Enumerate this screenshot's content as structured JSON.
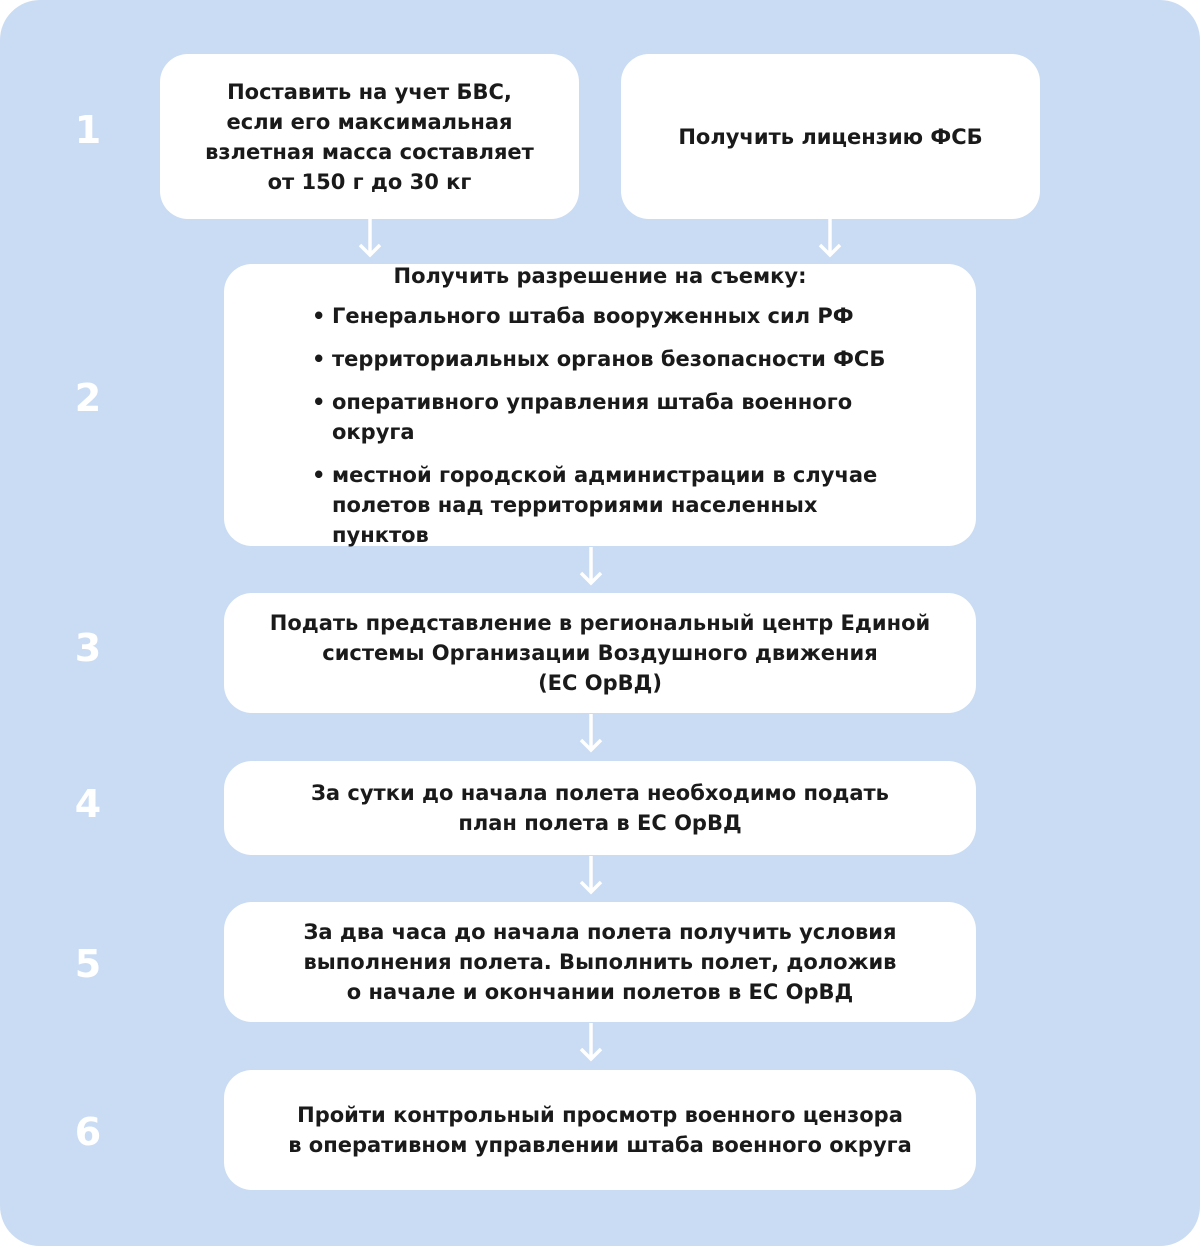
{
  "steps": [
    {
      "number": "1"
    },
    {
      "number": "2"
    },
    {
      "number": "3"
    },
    {
      "number": "4"
    },
    {
      "number": "5"
    },
    {
      "number": "6"
    }
  ],
  "box1a": {
    "lines": [
      "Поставить на учет БВС,",
      "если его максимальная",
      "взлетная масса составляет",
      "от 150 г до 30 кг"
    ]
  },
  "box1b": {
    "text": "Получить лицензию ФСБ"
  },
  "box2": {
    "title": "Получить разрешение на съемку:",
    "items": [
      "Генерального штаба вооруженных сил РФ",
      "территориальных органов безопасности ФСБ",
      "оперативного управления штаба военного округа",
      "местной городской администрации в случае полетов над территориями населенных пунктов"
    ]
  },
  "box3": {
    "lines": [
      "Подать представление в региональный центр Единой",
      "системы Организации Воздушного движения",
      "(ЕС ОрВД)"
    ]
  },
  "box4": {
    "lines": [
      "За сутки до начала полета необходимо подать",
      "план полета в ЕС ОрВД"
    ]
  },
  "box5": {
    "lines": [
      "За два часа до начала полета получить условия",
      "выполнения полета. Выполнить полет, доложив",
      "о начале и окончании полетов в ЕС ОрВД"
    ]
  },
  "box6": {
    "lines": [
      "Пройти контрольный просмотр военного цензора",
      "в оперативном управлении штаба военного округа"
    ]
  },
  "colors": {
    "background": "#cadcf3",
    "box": "#ffffff",
    "text": "#1a1a1a",
    "number": "#ffffff"
  }
}
